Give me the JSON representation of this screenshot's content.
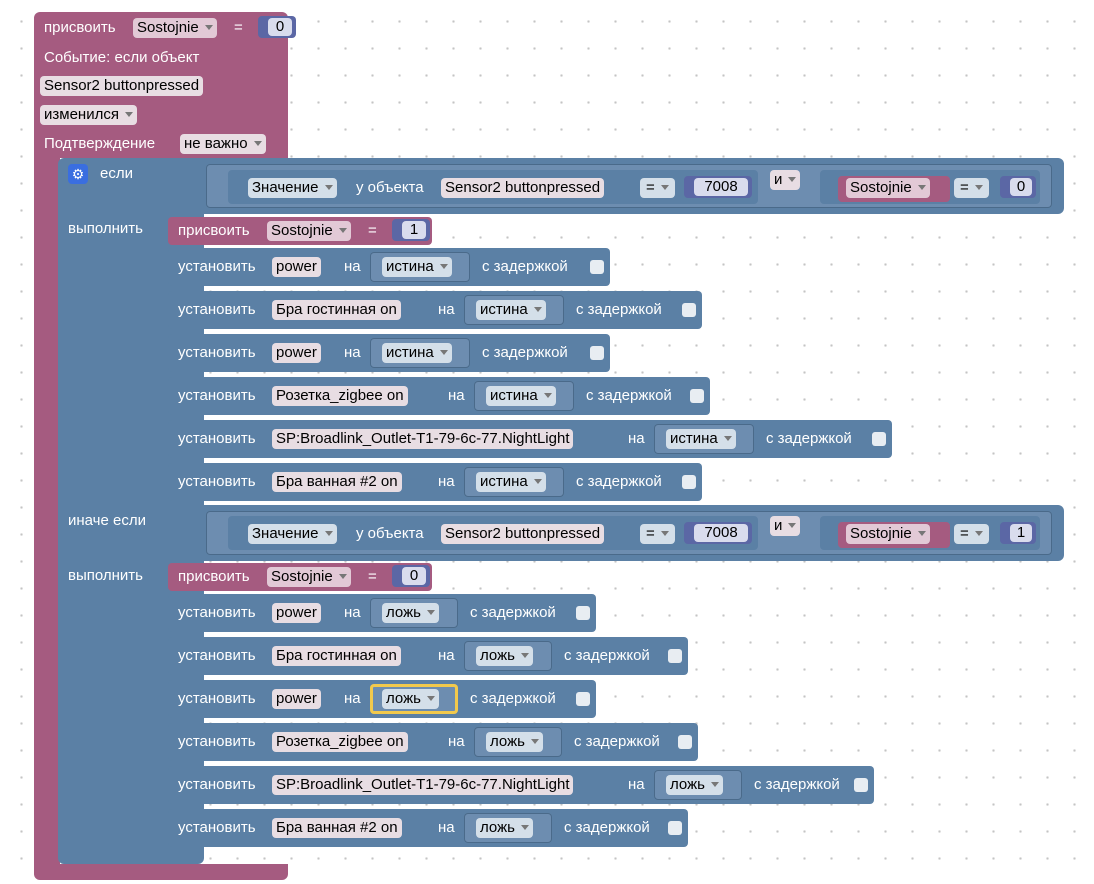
{
  "header": {
    "assign_label": "присвоить",
    "var": "Sostojnie",
    "eq": "=",
    "value": "0",
    "event_label": "Событие: если объект",
    "object": "Sensor2 buttonpressed",
    "changed": "изменился",
    "confirm_label": "Подтверждение",
    "confirm_value": "не важно"
  },
  "labels": {
    "if": "если",
    "do": "выполнить",
    "elseif": "иначе если",
    "set": "установить",
    "to": "на",
    "delay": "с задержкой",
    "and": "и",
    "value_of": "Значение",
    "of_object": "у объекта"
  },
  "cond1": {
    "object": "Sensor2 buttonpressed",
    "op": "=",
    "num": "7008",
    "var": "Sostojnie",
    "op2": "=",
    "val": "0"
  },
  "cond2": {
    "object": "Sensor2 buttonpressed",
    "op": "=",
    "num": "7008",
    "var": "Sostojnie",
    "op2": "=",
    "val": "1"
  },
  "block1": {
    "assign_value": "1",
    "rows": [
      {
        "target": "power",
        "value": "истина"
      },
      {
        "target": "Бра гостинная on",
        "value": "истина"
      },
      {
        "target": "power",
        "value": "истина"
      },
      {
        "target": "Розетка_zigbee on",
        "value": "истина"
      },
      {
        "target": "SP:Broadlink_Outlet-T1-79-6c-77.NightLight",
        "value": "истина"
      },
      {
        "target": "Бра ванная #2 on",
        "value": "истина"
      }
    ]
  },
  "block2": {
    "assign_value": "0",
    "rows": [
      {
        "target": "power",
        "value": "ложь"
      },
      {
        "target": "Бра гостинная on",
        "value": "ложь"
      },
      {
        "target": "power",
        "value": "ложь"
      },
      {
        "target": "Розетка_zigbee on",
        "value": "ложь"
      },
      {
        "target": "SP:Broadlink_Outlet-T1-79-6c-77.NightLight",
        "value": "ложь"
      },
      {
        "target": "Бра ванная #2 on",
        "value": "ложь"
      }
    ]
  },
  "colors": {
    "pink": "#a55b80",
    "blue": "#5b80a5",
    "number": "#5b67a5",
    "highlight": "#f2c94c"
  }
}
